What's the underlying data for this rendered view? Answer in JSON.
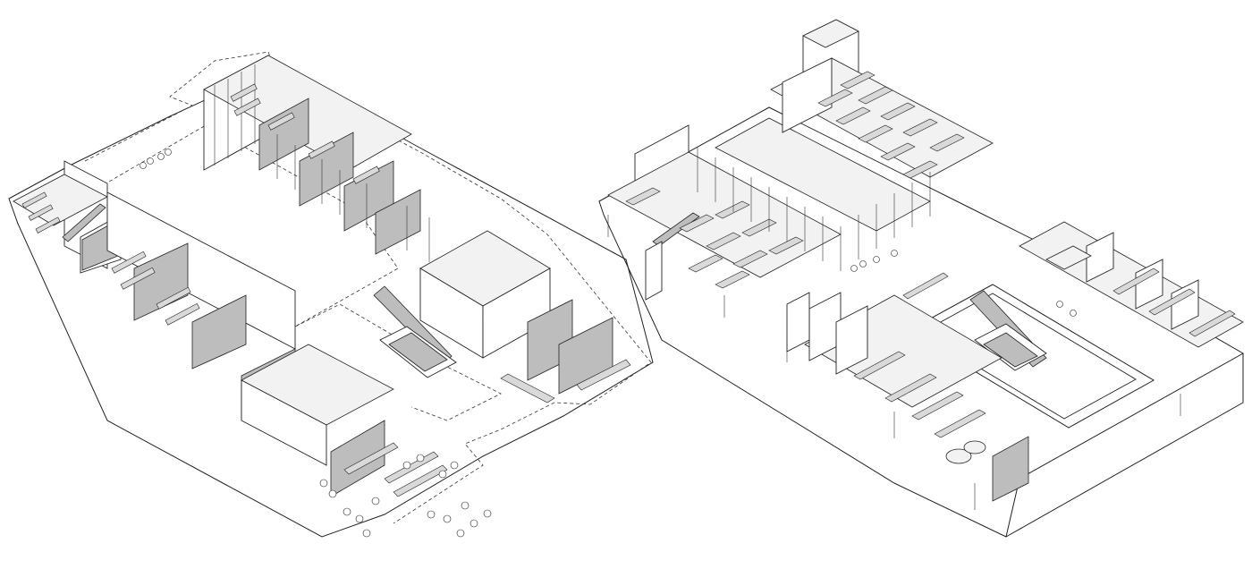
{
  "figure": {
    "description_kind": "isometric architectural floor plans",
    "colors": {
      "line": "#222222",
      "fill_light": "#f2f2f2",
      "fill_mid": "#e6e6e6",
      "fill_dark": "#bdbdbd",
      "background": "#ffffff"
    },
    "panels": [
      {
        "id": "left-plan",
        "label": ""
      },
      {
        "id": "right-plan",
        "label": ""
      }
    ]
  }
}
